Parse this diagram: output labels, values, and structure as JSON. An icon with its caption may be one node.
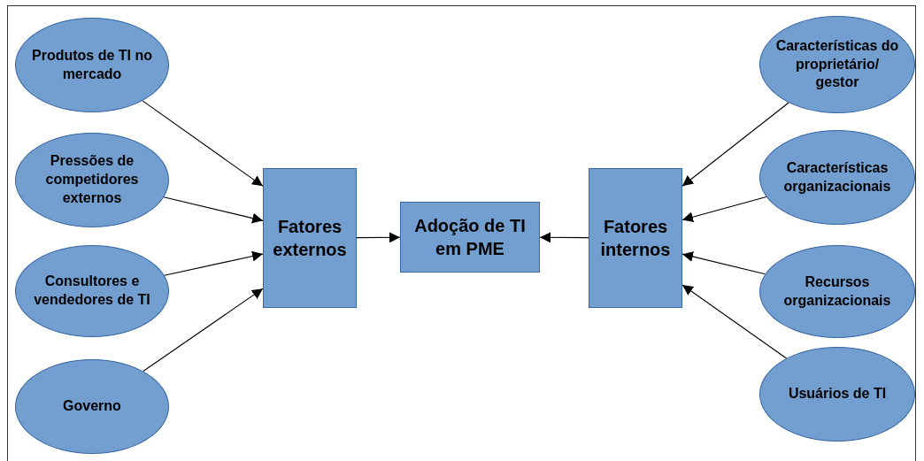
{
  "diagram": {
    "nodes": [
      {
        "text": [
          "Produtos de TI no mercado"
        ]
      },
      {
        "text": [
          "Pressões de competidores externos"
        ]
      },
      {
        "text": [
          "Consultores e vendedores de TI"
        ]
      },
      {
        "text": [
          "Governo"
        ]
      },
      {
        "text": [
          "Fatores externos"
        ]
      },
      {
        "text": [
          "Adoção de TI em PME"
        ]
      },
      {
        "text": [
          "Fatores internos"
        ]
      },
      {
        "text": [
          "Características do proprietário/ gestor"
        ]
      },
      {
        "text": [
          "Características organizacionais"
        ]
      },
      {
        "text": [
          "Recursos organizacionais"
        ]
      },
      {
        "text": [
          "Usuários de TI"
        ]
      }
    ],
    "edges": [
      {
        "from": 0,
        "to": 4,
        "arrow": "to"
      },
      {
        "from": 1,
        "to": 4,
        "arrow": "to"
      },
      {
        "from": 2,
        "to": 4,
        "arrow": "to"
      },
      {
        "from": 3,
        "to": 4,
        "arrow": "to"
      },
      {
        "from": 4,
        "to": 5,
        "arrow": "to"
      },
      {
        "from": 6,
        "to": 5,
        "arrow": "to"
      },
      {
        "from": 7,
        "to": 6,
        "arrow": "to"
      },
      {
        "from": 8,
        "to": 6,
        "arrow": "to"
      },
      {
        "from": 9,
        "to": 6,
        "arrow": "to"
      },
      {
        "from": 10,
        "to": 6,
        "arrow": "to"
      }
    ]
  }
}
